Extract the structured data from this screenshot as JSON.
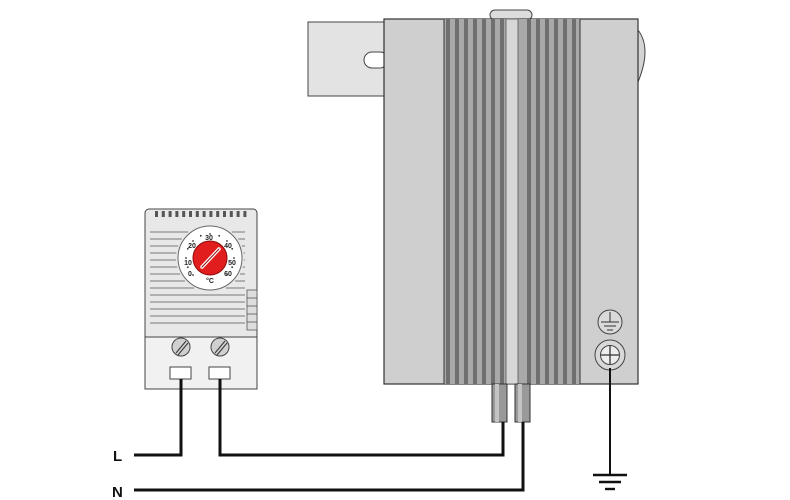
{
  "terminals": {
    "line_label": "L",
    "neutral_label": "N"
  },
  "thermostat": {
    "unit": "°C",
    "scale": [
      "0",
      "10",
      "20",
      "30",
      "40",
      "50",
      "60"
    ]
  },
  "colors": {
    "dial": "#e11d1d",
    "housing": "#e6e6e6",
    "heater_body": "#c9c9c9",
    "heater_fin_dark": "#8f8f8f",
    "wire": "#111111"
  }
}
